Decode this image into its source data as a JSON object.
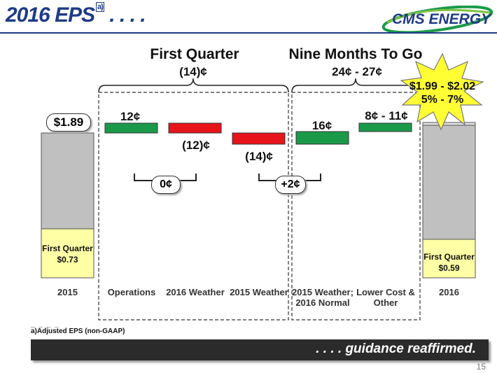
{
  "header": {
    "title": "2016 EPS",
    "title_footnote_mark": "a)",
    "title_dots": ". . . .",
    "logo": "CMS ENERGY"
  },
  "chart_data": {
    "type": "waterfall",
    "groups": [
      {
        "title": "First Quarter",
        "subtitle": "(14)¢"
      },
      {
        "title": "Nine Months To Go",
        "subtitle": "24¢ - 27¢"
      }
    ],
    "categories": [
      "2015",
      "Operations",
      "2016 Weather",
      "2015 Weather",
      "2015 Weather; 2016 Normal",
      "Lower Cost & Other",
      "2016"
    ],
    "bars": [
      {
        "category": "2015",
        "kind": "total",
        "value": 1.89,
        "label": "$1.89",
        "first_quarter_value": 0.73,
        "first_quarter_label": "First Quarter\n$0.73"
      },
      {
        "category": "Operations",
        "kind": "increase",
        "value": 0.12,
        "label": "12¢"
      },
      {
        "category": "2016 Weather",
        "kind": "decrease",
        "value": -0.12,
        "label": "(12)¢"
      },
      {
        "category": "2015 Weather",
        "kind": "decrease",
        "value": -0.14,
        "label": "(14)¢"
      },
      {
        "category": "2015 Weather; 2016 Normal",
        "kind": "increase",
        "value": 0.16,
        "label": "16¢"
      },
      {
        "category": "Lower Cost & Other",
        "kind": "increase",
        "value_range": [
          0.08,
          0.11
        ],
        "label": "8¢ - 11¢"
      },
      {
        "category": "2016",
        "kind": "total",
        "value_range": [
          1.99,
          2.02
        ],
        "first_quarter_value": 0.59,
        "first_quarter_label": "First Quarter\n$0.59"
      }
    ],
    "brackets": [
      {
        "label": "0¢",
        "spans": [
          "Operations",
          "2016 Weather"
        ]
      },
      {
        "label": "+2¢",
        "spans": [
          "2015 Weather",
          "2015 Weather; 2016 Normal"
        ]
      }
    ],
    "callout": {
      "line1": "$1.99 - $2.02",
      "line2": "5% - 7%"
    },
    "colors": {
      "increase": "#1a9a49",
      "decrease": "#e8141b",
      "total": "#c0c0c0",
      "first_quarter": "#ffffa6"
    }
  },
  "footnote": "a)Adjusted EPS (non-GAAP)",
  "footnote_dashes": "_ _ _ _",
  "footer": ". . . . guidance reaffirmed.",
  "page_number": "15"
}
